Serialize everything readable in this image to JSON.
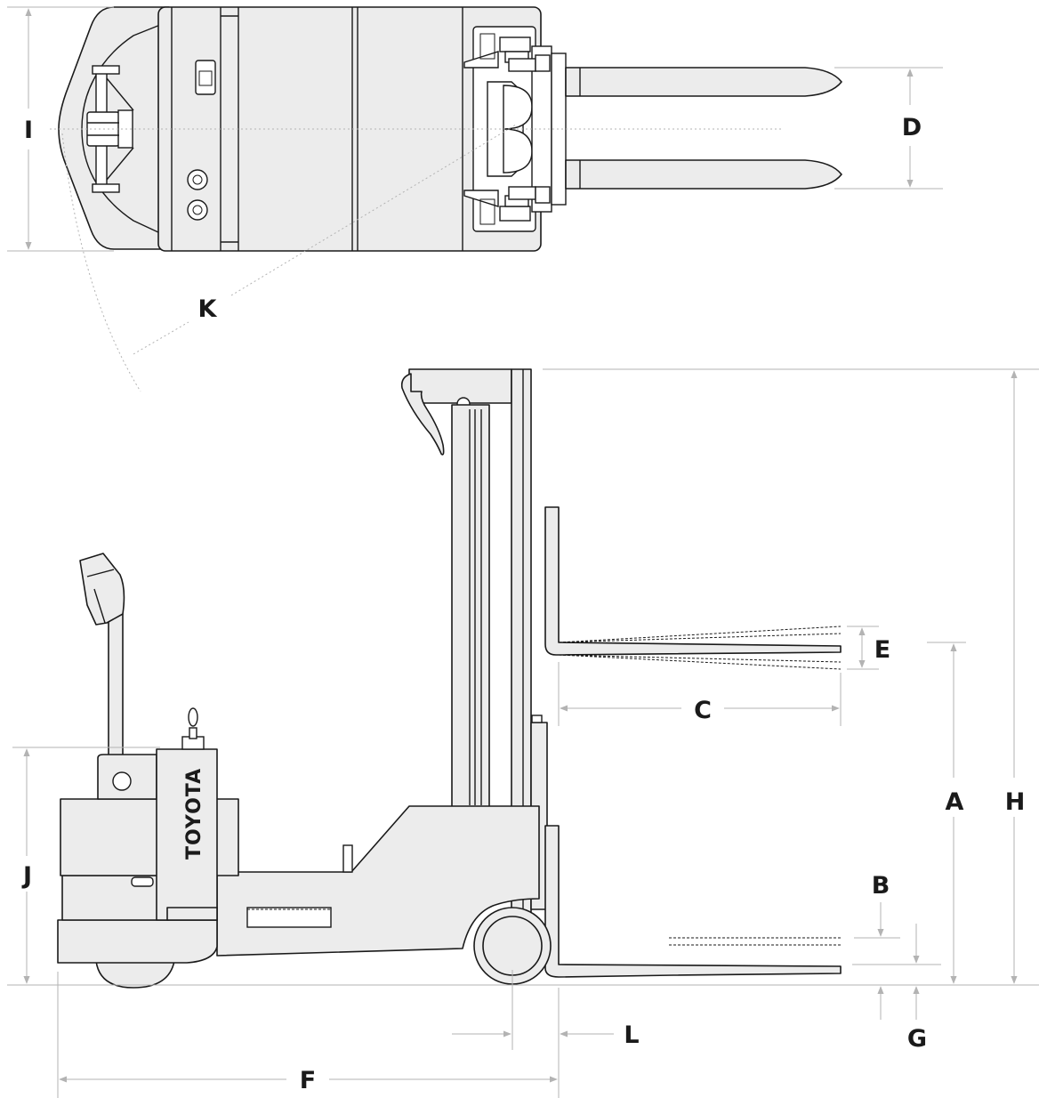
{
  "diagram": {
    "brand_text": "TOYOTA",
    "labels": {
      "A": "A",
      "B": "B",
      "C": "C",
      "D": "D",
      "E": "E",
      "F": "F",
      "G": "G",
      "H": "H",
      "I": "I",
      "J": "J",
      "K": "K",
      "L": "L"
    },
    "colors": {
      "body": "#ececec",
      "outline": "#1a1a1a",
      "dimension_line": "#b3b3b3"
    }
  }
}
